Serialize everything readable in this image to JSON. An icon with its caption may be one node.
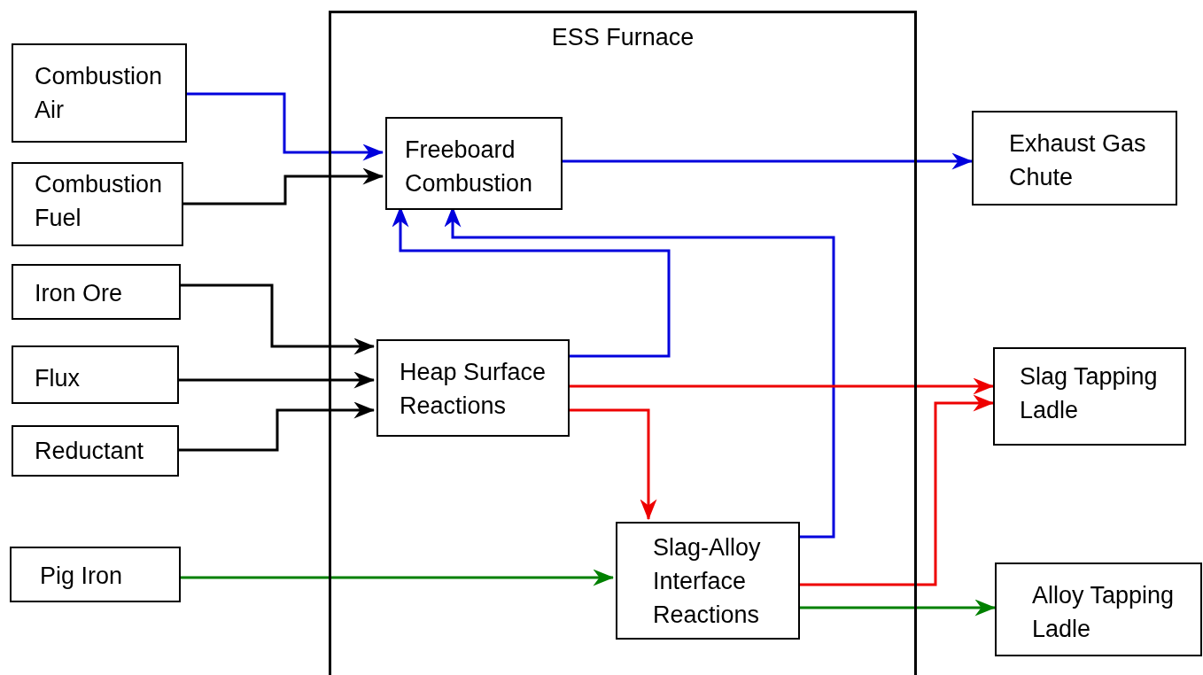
{
  "diagram": {
    "nodes": [
      {
        "text": [
          "ESS Furnace"
        ]
      },
      {
        "text": [
          "Combustion Air"
        ]
      },
      {
        "text": [
          "Combustion Fuel"
        ]
      },
      {
        "text": [
          "Iron Ore"
        ]
      },
      {
        "text": [
          "Flux"
        ]
      },
      {
        "text": [
          "Reductant"
        ]
      },
      {
        "text": [
          "Pig Iron"
        ]
      },
      {
        "text": [
          "Freeboard Combustion"
        ],
        "in": 0
      },
      {
        "text": [
          "Heap Surface Reactions"
        ],
        "in": 0
      },
      {
        "text": [
          "Slag-Alloy Interface Reactions"
        ],
        "in": 0
      },
      {
        "text": [
          "Exhaust Gas Chute"
        ]
      },
      {
        "text": [
          "Slag Tapping Ladle"
        ]
      },
      {
        "text": [
          "Alloy Tapping Ladle"
        ]
      }
    ],
    "edges": [
      {
        "from": 1,
        "to": 7,
        "arrow": "to",
        "color": "#0000dd"
      },
      {
        "from": 2,
        "to": 7,
        "arrow": "to",
        "color": "#000000"
      },
      {
        "from": 3,
        "to": 8,
        "arrow": "to",
        "color": "#000000"
      },
      {
        "from": 4,
        "to": 8,
        "arrow": "to",
        "color": "#000000"
      },
      {
        "from": 5,
        "to": 8,
        "arrow": "to",
        "color": "#000000"
      },
      {
        "from": 6,
        "to": 9,
        "arrow": "to",
        "color": "#008000"
      },
      {
        "from": 7,
        "to": 10,
        "arrow": "to",
        "color": "#0000dd"
      },
      {
        "from": 8,
        "to": 7,
        "arrow": "to",
        "color": "#0000dd"
      },
      {
        "from": 9,
        "to": 7,
        "arrow": "to",
        "color": "#0000dd"
      },
      {
        "from": 8,
        "to": 11,
        "arrow": "to",
        "color": "#ee0000"
      },
      {
        "from": 8,
        "to": 9,
        "arrow": "to",
        "color": "#ee0000"
      },
      {
        "from": 9,
        "to": 11,
        "arrow": "to",
        "color": "#ee0000"
      },
      {
        "from": 9,
        "to": 12,
        "arrow": "to",
        "color": "#008000"
      }
    ]
  }
}
